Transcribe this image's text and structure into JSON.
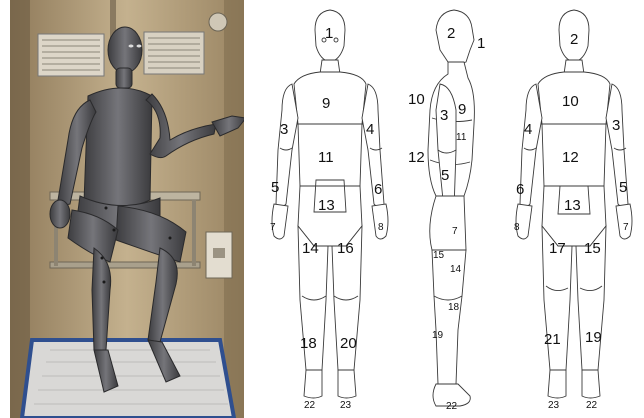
{
  "photo": {
    "subject": "seated thermal manikin in climate chamber"
  },
  "views": {
    "front": {
      "labels": {
        "head": "1",
        "chest": "9",
        "upper_arm_r": "3",
        "upper_arm_l": "4",
        "abdomen": "11",
        "forearm_r": "5",
        "forearm_l": "6",
        "hand_r": "7",
        "hand_l": "8",
        "pelvis": "13",
        "thigh_r": "14",
        "thigh_l": "16",
        "shin_r": "18",
        "shin_l": "20",
        "foot_r": "22",
        "foot_l": "23"
      }
    },
    "side": {
      "labels": {
        "head": "2",
        "face": "1",
        "back": "10",
        "chest": "9",
        "upper_arm": "3",
        "abdomen_front": "11",
        "lower_back": "12",
        "forearm": "5",
        "hand": "7",
        "buttock": "15",
        "thigh": "14",
        "knee": "18",
        "shin": "19",
        "foot": "22"
      }
    },
    "back": {
      "labels": {
        "head": "2",
        "upper_back": "10",
        "upper_arm_l": "4",
        "upper_arm_r": "3",
        "lower_back": "12",
        "forearm_l": "6",
        "forearm_r": "5",
        "hand_l": "8",
        "hand_r": "7",
        "pelvis": "13",
        "thigh_l": "17",
        "thigh_r": "15",
        "calf_l": "21",
        "calf_r": "19",
        "foot_l": "23",
        "foot_r": "22"
      }
    }
  }
}
